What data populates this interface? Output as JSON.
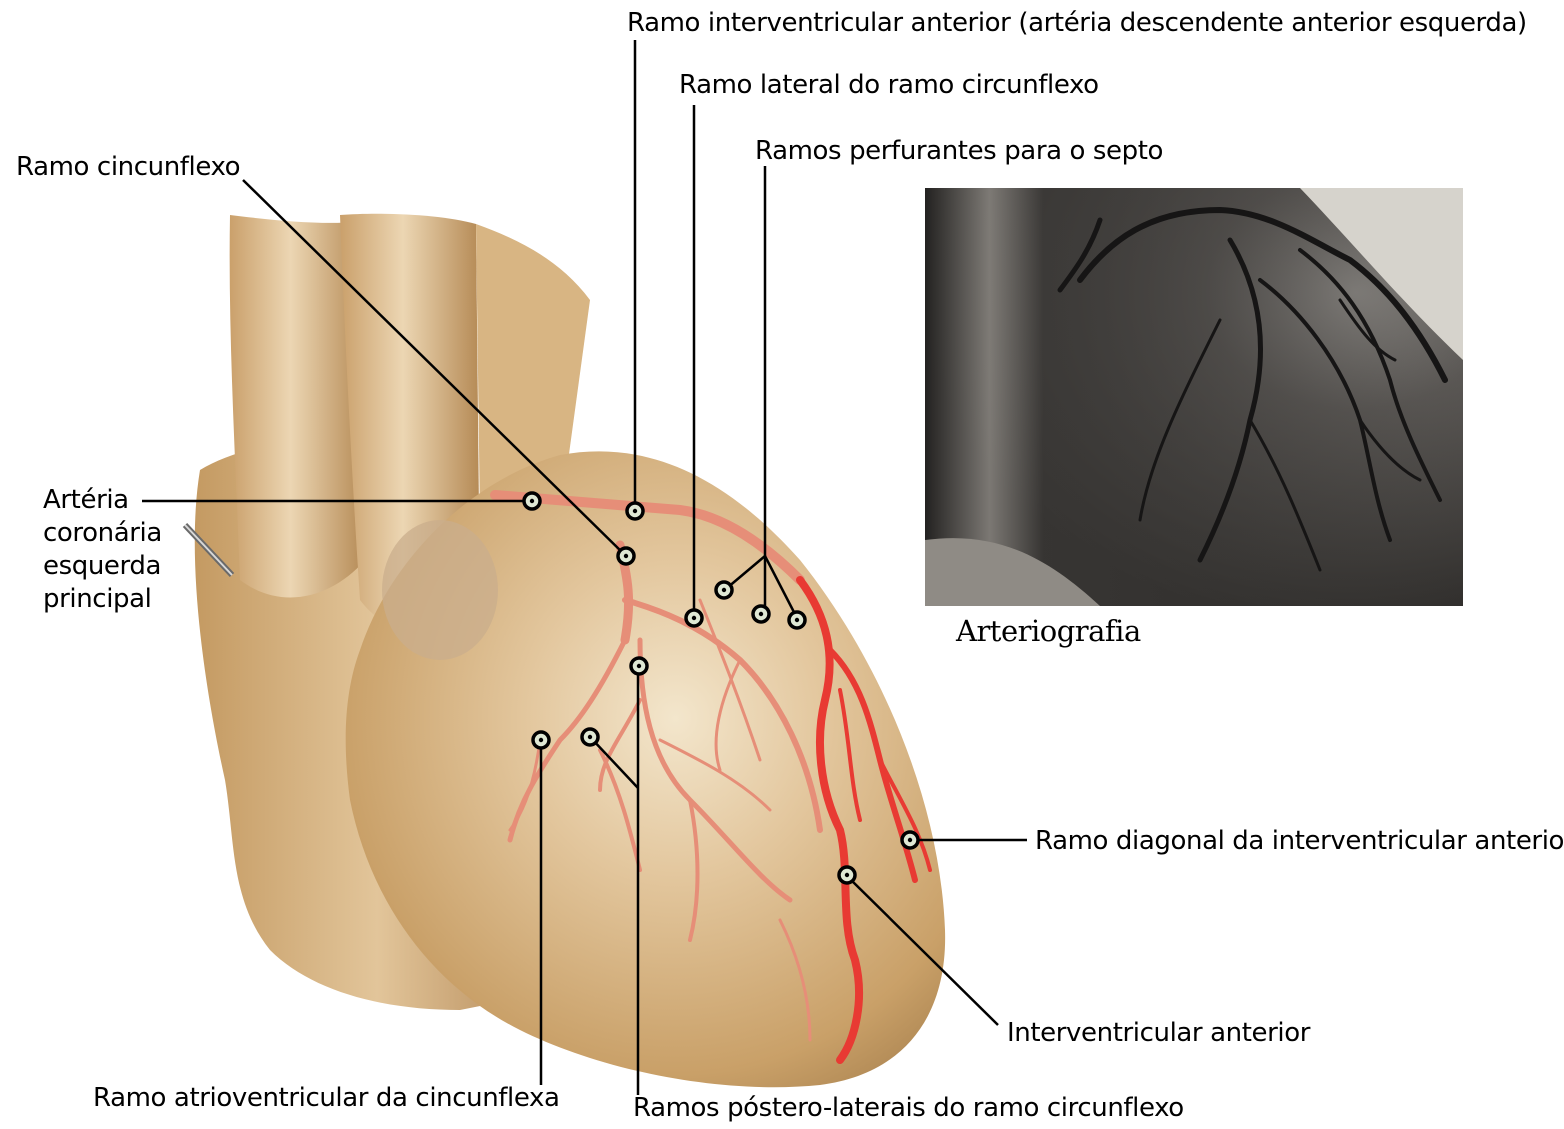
{
  "labels": {
    "interventricular_anterior_branch": "Ramo interventricular anterior (artéria descendente anterior esquerda)",
    "lateral_circumflex_branch": "Ramo lateral do ramo circunflexo",
    "septal_perforating_branches": "Ramos perfurantes para o septo",
    "circumflex_branch": "Ramo cincunflexo",
    "left_main_coronary": "Artéria\ncoronária\nesquerda\nprincipal",
    "diagonal_branch": "Ramo diagonal da interventricular anterior",
    "interventricular_anterior": "Interventricular anterior",
    "atrioventricular_circumflex": "Ramo atrioventricular da cincunflexa",
    "posterolateral_branches": "Ramos póstero-laterais do ramo circunflexo"
  },
  "arteriography": {
    "caption": "Arteriografia"
  },
  "colors": {
    "heart_fill": "#d8b78a",
    "heart_highlight": "#efe1c4",
    "heart_shadow": "#a9824f",
    "artery_main": "#e83a33",
    "artery_branch": "#e68e78",
    "marker_fill": "#dfe8d4",
    "angio_bg": "#3a3836"
  }
}
